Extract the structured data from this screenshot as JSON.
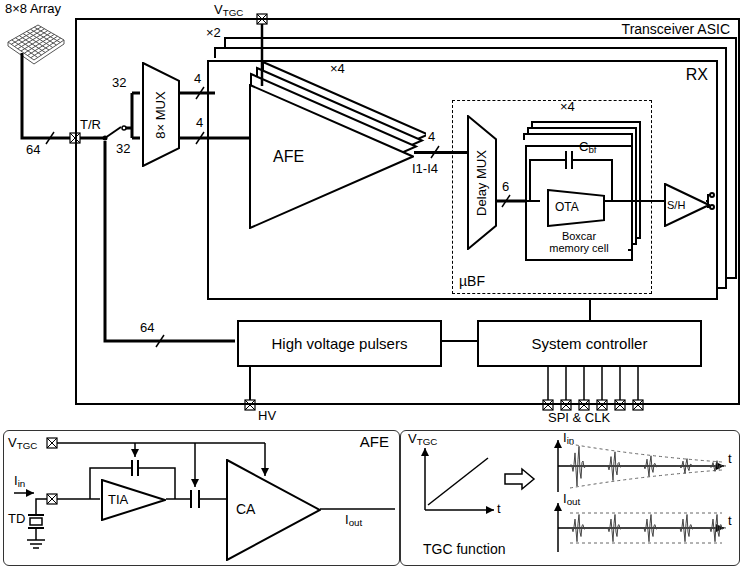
{
  "diagram": {
    "nodes": [
      {
        "text": [
          "Transceiver ASIC"
        ]
      },
      {
        "text": [
          "RX"
        ],
        "in": 0
      },
      {
        "text": [
          "8× MUX"
        ],
        "in": 0
      },
      {
        "text": [
          "AFE"
        ],
        "in": 1
      },
      {
        "text": [
          "µBF"
        ],
        "in": 1
      },
      {
        "text": [
          "Delay MUX"
        ],
        "in": 4
      },
      {
        "text": [
          "Boxcar memory cell"
        ],
        "in": 4
      },
      {
        "text": [
          "OTA"
        ],
        "in": 6
      },
      {
        "text": [
          "S/H"
        ],
        "in": 1
      },
      {
        "text": [
          "High voltage pulsers"
        ],
        "in": 0
      },
      {
        "text": [
          "System controller"
        ],
        "in": 0
      },
      {
        "text": [
          "AFE"
        ]
      },
      {
        "text": [
          "TIA"
        ],
        "in": 11
      },
      {
        "text": [
          "CA"
        ],
        "in": 11
      },
      {
        "text": [
          "TGC function"
        ]
      }
    ],
    "edges": [
      {
        "from": 2,
        "to": 3,
        "arrow": "none",
        "label": "4"
      },
      {
        "from": 3,
        "to": 5,
        "arrow": "none",
        "label": "4"
      },
      {
        "from": 5,
        "to": 6,
        "arrow": "none",
        "label": "6"
      },
      {
        "from": 7,
        "to": 8,
        "arrow": "none"
      },
      {
        "from": 10,
        "to": 9,
        "arrow": "none"
      },
      {
        "from": 10,
        "to": 1,
        "arrow": "none"
      },
      {
        "from": 12,
        "to": 13,
        "arrow": "none"
      }
    ],
    "labels": [
      "8×8 Array",
      "×2",
      "VTGC",
      "64",
      "T/R",
      "32",
      "32",
      "4",
      "×4",
      "I1-I4",
      "×4",
      "Cbf",
      "64",
      "HV",
      "SPI & CLK",
      "VTGC",
      "Iin",
      "TD",
      "Iout",
      "VTGC",
      "t",
      "Iin",
      "t",
      "Iout",
      "t"
    ]
  }
}
